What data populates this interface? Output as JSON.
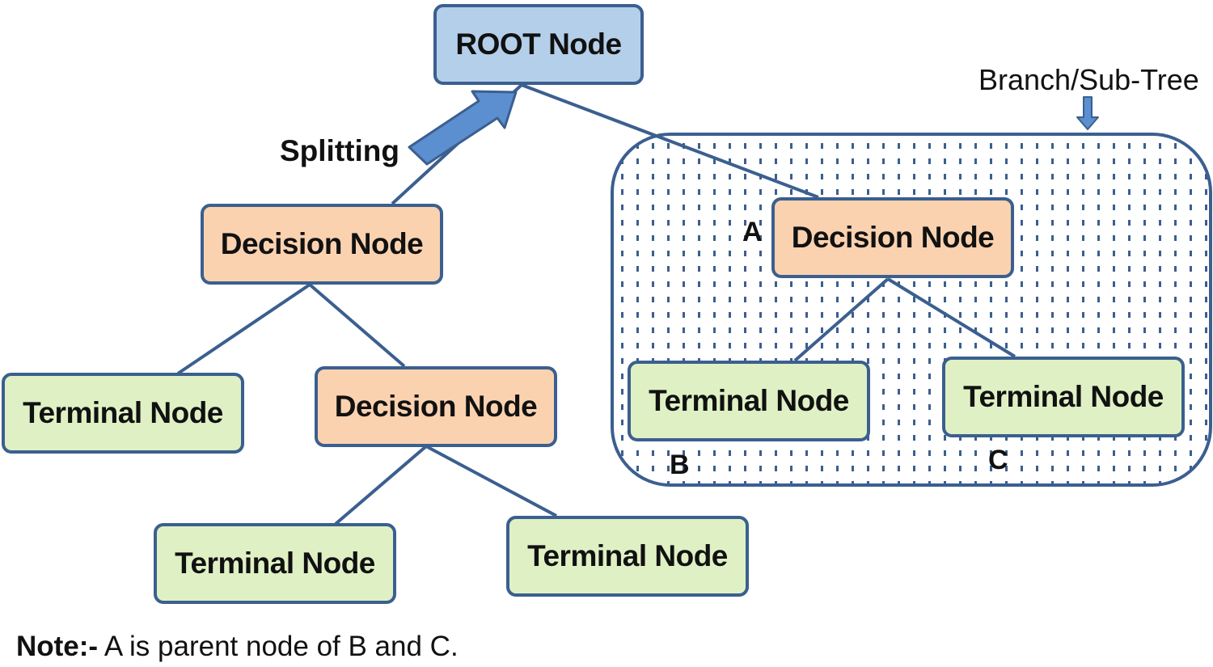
{
  "nodes": {
    "root": "ROOT Node",
    "decision_1": "Decision Node",
    "decision_2": "Decision Node",
    "decision_a": "Decision Node",
    "terminal_1": "Terminal Node",
    "terminal_2": "Terminal Node",
    "terminal_3": "Terminal Node",
    "terminal_b": "Terminal Node",
    "terminal_c": "Terminal Node"
  },
  "labels": {
    "splitting": "Splitting",
    "branch": "Branch/Sub-Tree",
    "a": "A",
    "b": "B",
    "c": "C"
  },
  "note": {
    "prefix": "Note:-",
    "text": " A is parent node of B and C."
  },
  "colors": {
    "root_fill": "#b4cfea",
    "decision_fill": "#fbd2b0",
    "terminal_fill": "#dff1c4",
    "outline": "#3b5f8f",
    "arrow_fill": "#5b8fcf"
  }
}
